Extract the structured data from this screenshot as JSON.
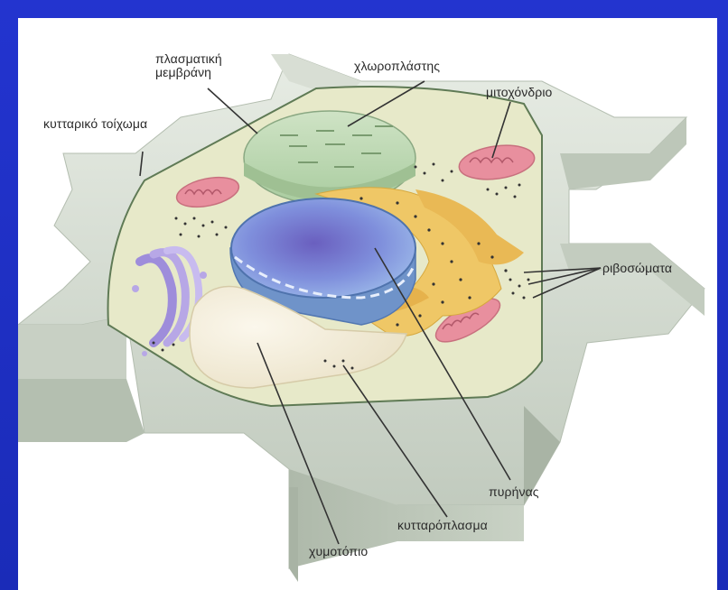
{
  "diagram": {
    "labels": {
      "plasma_membrane_line1": "πλασματική",
      "plasma_membrane_line2": "μεμβράνη",
      "chloroplast": "χλωροπλάστης",
      "mitochondrion": "μιτοχόνδριο",
      "cell_wall": "κυτταρικό τοίχωμα",
      "ribosomes": "ριβοσώματα",
      "nucleus": "πυρήνας",
      "cytoplasm": "κυτταρόπλασμα",
      "vacuole": "χυμοτόπιο"
    },
    "colors": {
      "frame": "#1c2fc4",
      "cell_wall": "#cfd6cc",
      "cytoplasm": "#e6e8c8",
      "nucleus": "#7b95d8",
      "chloroplast": "#b9d7b0",
      "mitochondrion": "#e88f9e",
      "er": "#efc766",
      "golgi": "#b7a7e6",
      "vacuole": "#f3ecd8"
    }
  }
}
